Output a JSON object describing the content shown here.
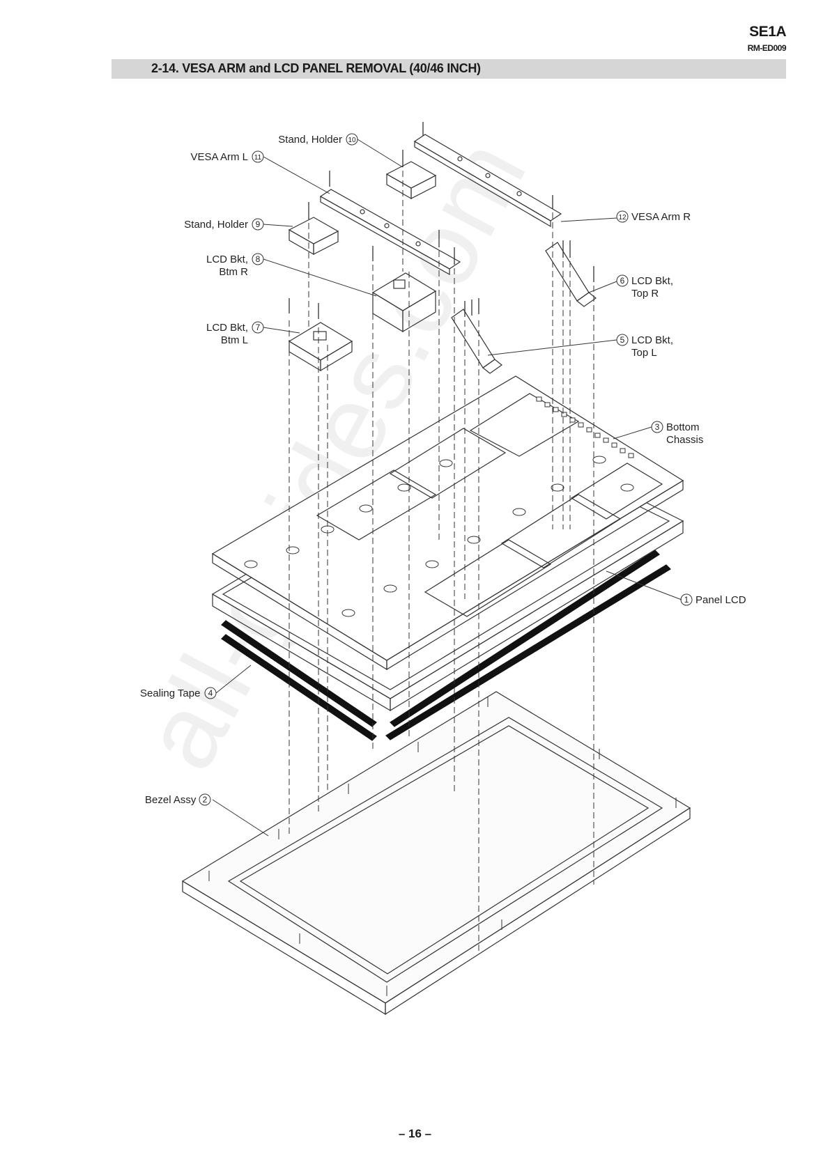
{
  "header": {
    "model": "SE1A",
    "doc_code": "RM-ED009"
  },
  "section_title": "2-14. VESA ARM and LCD PANEL REMOVAL (40/46 INCH)",
  "watermark": "all-guides.com",
  "callouts": [
    {
      "id": "panel-lcd",
      "number": "1",
      "label": "Panel LCD"
    },
    {
      "id": "bezel-assy",
      "number": "2",
      "label": "Bezel Assy"
    },
    {
      "id": "bottom-chassis",
      "number": "3",
      "label": "Bottom",
      "label2": "Chassis"
    },
    {
      "id": "sealing-tape",
      "number": "4",
      "label": "Sealing Tape"
    },
    {
      "id": "lcd-bkt-top-l",
      "number": "5",
      "label": "LCD Bkt,",
      "label2": "Top L"
    },
    {
      "id": "lcd-bkt-top-r",
      "number": "6",
      "label": "LCD Bkt,",
      "label2": "Top R"
    },
    {
      "id": "lcd-bkt-btm-l",
      "number": "7",
      "label": "LCD Bkt,",
      "label2": "Btm L"
    },
    {
      "id": "lcd-bkt-btm-r",
      "number": "8",
      "label": "LCD Bkt,",
      "label2": "Btm R"
    },
    {
      "id": "stand-holder-9",
      "number": "9",
      "label": "Stand, Holder"
    },
    {
      "id": "stand-holder-10",
      "number": "10",
      "label": "Stand, Holder"
    },
    {
      "id": "vesa-arm-l",
      "number": "11",
      "label": "VESA Arm L"
    },
    {
      "id": "vesa-arm-r",
      "number": "12",
      "label": "VESA Arm R"
    }
  ],
  "page_number": "– 16 –"
}
